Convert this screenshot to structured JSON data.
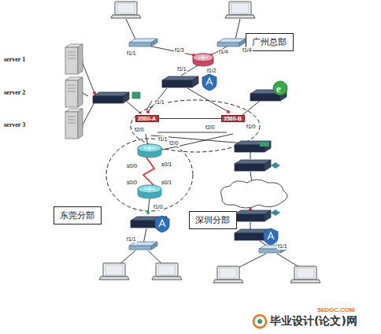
{
  "diagram": {
    "nodes": [
      {
        "text": [
          "广州总部"
        ]
      },
      {
        "text": [
          "3560-A"
        ]
      },
      {
        "text": [
          "3560-B"
        ]
      },
      {
        "text": [
          "东莞分部"
        ]
      },
      {
        "text": [
          "深圳分部"
        ]
      }
    ],
    "edges": [
      {
        "from": 1,
        "to": 2,
        "arrow": "none"
      }
    ],
    "labels": [
      "server 1",
      "server 2",
      "server 3",
      "f1/1",
      "f1/3",
      "f1/4",
      "f1/4",
      "f1/1",
      "f1/2",
      "f1/1",
      "f2/0",
      "f2/0",
      "f1/0",
      "f2/0",
      "f1/1",
      "s0/0",
      "s0/1",
      "s0/0",
      "s0/1",
      "f1/0",
      "f1/1",
      "f1/1",
      "56DOC.COM",
      "毕业设计(论文)网"
    ]
  }
}
